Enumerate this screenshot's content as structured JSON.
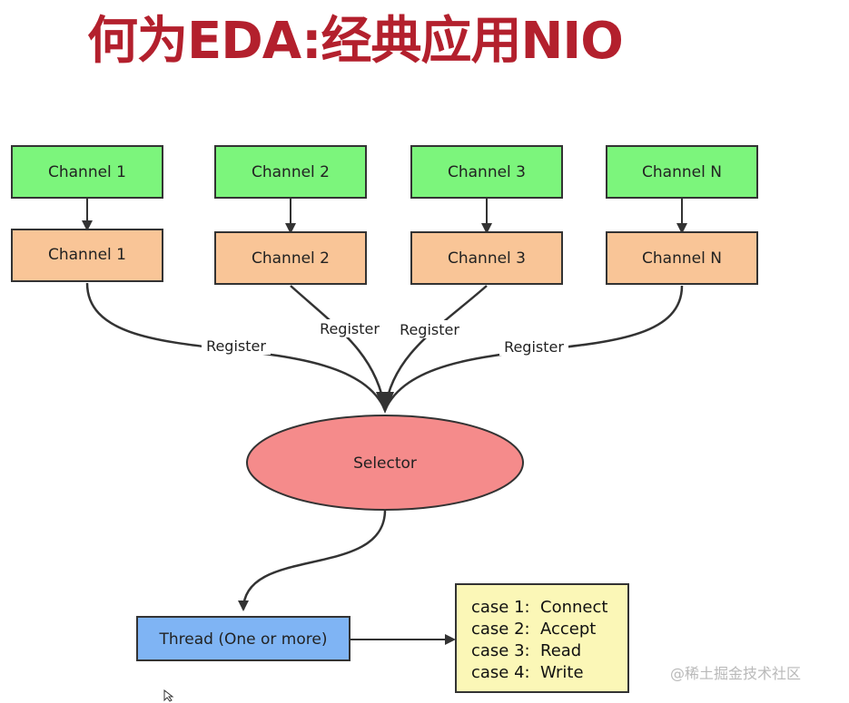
{
  "title": "何为EDA:经典应用NIO",
  "top_channels": [
    {
      "label": "Channel 1"
    },
    {
      "label": "Channel 2"
    },
    {
      "label": "Channel 3"
    },
    {
      "label": "Channel N"
    }
  ],
  "registered_channels": [
    {
      "label": "Channel 1"
    },
    {
      "label": "Channel 2"
    },
    {
      "label": "Channel 3"
    },
    {
      "label": "Channel N"
    }
  ],
  "edge_labels": [
    "Register",
    "Register",
    "Register",
    "Register"
  ],
  "selector": {
    "label": "Selector"
  },
  "thread": {
    "label": "Thread (One or more)"
  },
  "cases": [
    {
      "label": "case 1:",
      "value": "Connect"
    },
    {
      "label": "case 2:",
      "value": "Accept"
    },
    {
      "label": "case 3:",
      "value": "Read"
    },
    {
      "label": "case 4:",
      "value": "Write"
    }
  ],
  "colors": {
    "title": "#b3202d",
    "channel_top": "#7cf57c",
    "channel_registered": "#f9c597",
    "selector": "#f58b8b",
    "thread": "#7fb4f4",
    "cases": "#fbf7b7"
  },
  "watermark": "@稀土掘金技术社区"
}
